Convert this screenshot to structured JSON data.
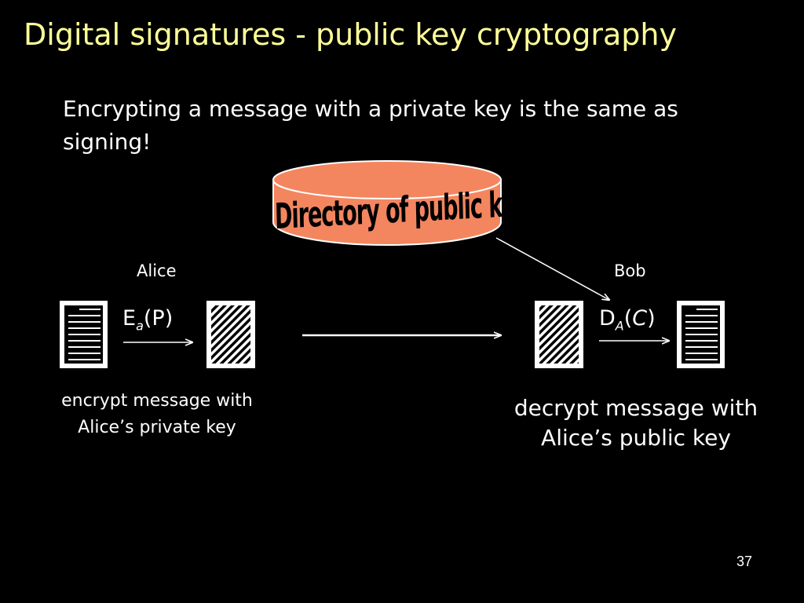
{
  "slide": {
    "title": "Digital signatures - public key cryptography",
    "intro": "Encrypting a message with a private key is the same as signing!",
    "page_number": "37"
  },
  "directory": {
    "label": "Directory of public keys",
    "fill": "#f4865f",
    "stroke": "#ffffff"
  },
  "alice": {
    "name": "Alice",
    "function": {
      "base": "E",
      "sub": "a",
      "arg": "(P)"
    },
    "caption_line1": "encrypt message with",
    "caption_line2": "Alice’s private key"
  },
  "bob": {
    "name": "Bob",
    "function": {
      "base": "D",
      "sub": "A",
      "open": "(",
      "arg": "C",
      "close": ")"
    },
    "caption_line1": "decrypt message with",
    "caption_line2": "Alice’s public key"
  },
  "colors": {
    "title": "#ffff99",
    "background": "#000000",
    "foreground": "#ffffff"
  },
  "icons": [
    "plaintext-document-icon",
    "ciphertext-document-icon"
  ]
}
